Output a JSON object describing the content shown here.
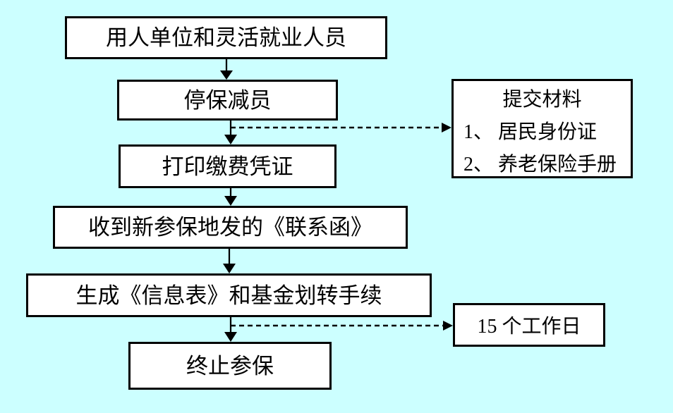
{
  "colors": {
    "background": "#CCFFFF",
    "node_fill": "#FFFFFF",
    "node_border": "#000000",
    "arrow": "#000000",
    "text": "#000000"
  },
  "flow": {
    "nodes": [
      {
        "label": "用人单位和灵活就业人员"
      },
      {
        "label": "停保减员"
      },
      {
        "label": "打印缴费凭证"
      },
      {
        "label": "收到新参保地发的《联系函》"
      },
      {
        "label": "生成《信息表》和基金划转手续"
      },
      {
        "label": "终止参保"
      }
    ]
  },
  "side_notes": {
    "materials": {
      "title": "提交材料",
      "items": [
        "1、 居民身份证",
        "2、 养老保险手册"
      ]
    },
    "duration": {
      "label": "15 个工作日"
    }
  }
}
